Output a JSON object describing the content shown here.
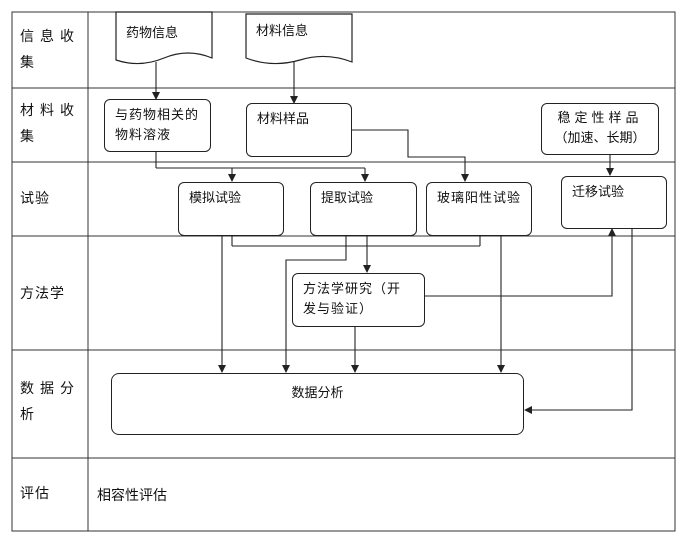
{
  "rows": [
    {
      "label": "信息收集"
    },
    {
      "label": "材料收集"
    },
    {
      "label": "试验"
    },
    {
      "label": "方法学"
    },
    {
      "label": "数据分析"
    },
    {
      "label": "评估"
    }
  ],
  "nodes": {
    "drug_info": "药物信息",
    "material_info": "材料信息",
    "drug_related_solution": "与药物相关的物料溶液",
    "material_sample": "材料样品",
    "stability_sample": "稳定性样品",
    "stability_sample_sub": "（加速、长期）",
    "simulation_test": "模拟试验",
    "extraction_test": "提取试验",
    "glass_positive_test": "玻璃阳性试验",
    "migration_test": "迁移试验",
    "method_study": "方法学研究（开发与验证）",
    "data_analysis": "数据分析",
    "compatibility_evaluation": "相容性评估"
  }
}
